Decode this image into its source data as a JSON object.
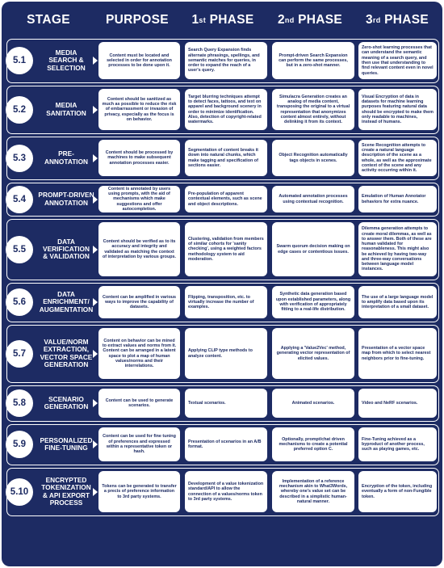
{
  "headers": {
    "stage": "STAGE",
    "purpose": "PURPOSE",
    "phase1_num": "1",
    "phase1_sup": "st",
    "phase1_word": "PHASE",
    "phase2_num": "2",
    "phase2_sup": "nd",
    "phase2_word": "PHASE",
    "phase3_num": "3",
    "phase3_sup": "rd",
    "phase3_word": "PHASE"
  },
  "colors": {
    "background": "#1d2b63",
    "cell": "#ffffff",
    "text": "#1d2b63"
  },
  "rows": [
    {
      "num": "5.1",
      "stage": "MEDIA\nSEARCH &\nSELECTION",
      "purpose": "Content must be located and selected in order for annotation processes to be done upon it.",
      "phase1": "Search Query Expansion finds alternate phrasings, spellings, and semantic matches for queries, in order to expand the reach of a user's query.",
      "phase2": "Prompt-driven Search Expansion can perform the same processes, but in a zero-shot manner.",
      "phase3": "Zero-shot learning processes that can understand the semantic meaning of a search query, and then use that understanding to find relevant content even in novel queries."
    },
    {
      "num": "5.2",
      "stage": "MEDIA\nSANITATION",
      "purpose": "Content should be sanitized as much as possible to reduce the risk of embarrassment or invasion of privacy, especially as the focus is on behavior.",
      "phase1": "Target blurring techniques attempt to detect faces, tattoos, and text on apparel and background scenery in order to minimize identification. Also, detection of copyright-related watermarks.",
      "phase2": "Simulacra Generation creates an analog of media content, transposing the original to a virtual representation that anonymizes content almost entirely, without delinking it from its context.",
      "phase3": "Visual Encryption of data in datasets for machine learning purposes featuring natural data should be encrypted to make them only readable to machines, instead of humans."
    },
    {
      "num": "5.3",
      "stage": "PRE-\nANNOTATION",
      "purpose": "Content should be processed by machines to make subsequent annotation processes easier.",
      "phase1": "Segmentation of content breaks it down into natural chunks, which make tagging and specification of sections easier.",
      "phase2": "Object Recognition automatically tags objects in scenes.",
      "phase3": "Scene Recognition attempts to create a natural language description of the scene as a whole, as well as the approximate context of the scene and any activity occurring within it."
    },
    {
      "num": "5.4",
      "stage": "PROMPT-DRIVEN\nANNOTATION",
      "purpose": "Content is annotated by users using prompts, with the aid of mechanisms which make suggestions and offer autocompletion.",
      "phase1": "Pre-population of apparent contextual elements, such as scene and object descriptions.",
      "phase2": "Automated annotation processes using contextual recognition.",
      "phase3": "Emulation of Human Annotator behaviors for extra nuance."
    },
    {
      "num": "5.5",
      "stage": "DATA\nVERIFICATION\n& VALIDATION",
      "purpose": "Content should be verified as to its accuracy and integrity and validated as matching the context of interpretation by various groups.",
      "phase1": "Clustering, validation from members of similar cohorts for 'sanity checking', using a weighted factors methodology system to aid moderation.",
      "phase2": "Swarm quorum decision making on edge cases or contentious issues.",
      "phase3": "Dilemma generation attempts to create moral dilemmas, as well as to answer them. Both of these are human validated for reasonableness. This might also be achieved by having two-way and three-way conversations between language model instances."
    },
    {
      "num": "5.6",
      "stage": "DATA\nENRICHMENT/\nAUGMENTATION",
      "purpose": "Content can be amplified in various ways to improve the capability of datasets.",
      "phase1": "Flipping, transposition, etc. to virtually increase the number of examples.",
      "phase2": "Synthetic data generation based upon established parameters, along with verification of appropriately fitting to a real-life distribution.",
      "phase3": "The use of a large language model to amplify data based upon its interpretation of a small dataset."
    },
    {
      "num": "5.7",
      "stage": "VALUE/NORM\nEXTRACTION,\nVECTOR SPACE\nGENERATION",
      "purpose": "Content on behavior can be mined to extract values and norms from it. Content can be arranged in a latent space to plot a map of human values/norms and their interrelations.",
      "phase1": "Applying CLIP type methods to analyze content.",
      "phase2": "Applying a 'Value2Vec' method, generating vector representation of elicited values.",
      "phase3": "Presentation of a vector space map from which to select nearest neighbors prior to fine-tuning."
    },
    {
      "num": "5.8",
      "stage": "SCENARIO\nGENERATION",
      "purpose": "Content can be used to generate scenarios.",
      "phase1": "Textual scenarios.",
      "phase2": "Animated scenarios.",
      "phase3": "Video and NeRF scenarios."
    },
    {
      "num": "5.9",
      "stage": "PERSONALIZED\nFINE-TUNING",
      "purpose": "Content can be used for fine tuning of preferences and expressed within a representative token or hash.",
      "phase1": "Presentation of scenarios in an A/B format.",
      "phase2": "Optionally, prompt/chat driven mechanisms to create a potential preferred option C.",
      "phase3": "Fine-Tuning achieved as a byproduct of another process, such as playing games, etc."
    },
    {
      "num": "5.10",
      "stage": "ENCRYPTED\nTOKENIZATION\n& API EXPORT\nPROCESS",
      "purpose": "Tokens can be generated to transfer a precis of preference information to 3rd party systems.",
      "phase1": "Development of a value tokenization standard/API to allow the connection of a values/norms token to 3rd party systems.",
      "phase2": "Implementation of a reference mechanism akin to What3Words, whereby one's value set can be described in a simplistic human-natural manner.",
      "phase3": "Encryption of the token, including eventually a form of non-Fungible token."
    }
  ]
}
